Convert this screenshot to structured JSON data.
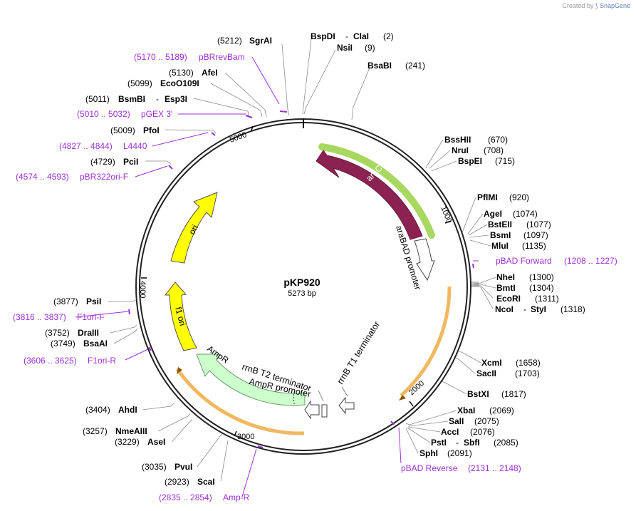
{
  "credit": {
    "prefix": "Created by",
    "icon": "snapgene-logo-icon",
    "brand": "SnapGene"
  },
  "plasmid": {
    "name": "pKP920",
    "size_label": "5273 bp",
    "length": 5273
  },
  "colors": {
    "arac": "#8b2252",
    "ori": "#ffff00",
    "ampr": "#ccffcc",
    "primer": "#9b30d9",
    "orange": "#f0b860",
    "green_glow": "#a8d860"
  },
  "ticks": [
    "1000",
    "2000",
    "3000",
    "4000",
    "5000"
  ],
  "enzymes": [
    {
      "label": "SgrAI",
      "pos": "(5212)"
    },
    {
      "label": "BspDI",
      "sep": "-",
      "label2": "ClaI",
      "pos": "(2)"
    },
    {
      "label": "NsiI",
      "pos": "(9)"
    },
    {
      "label": "BsaBI",
      "pos": "(241)"
    },
    {
      "label": "AfeI",
      "pos": "(5130)"
    },
    {
      "label": "EcoO109I",
      "pos": "(5099)"
    },
    {
      "label": "BsmBI",
      "sep": "-",
      "label2": "Esp3I",
      "pos": "(5011)"
    },
    {
      "label": "PfoI",
      "pos": "(5009)"
    },
    {
      "label": "PciI",
      "pos": "(4729)"
    },
    {
      "label": "BssHII",
      "pos": "(670)"
    },
    {
      "label": "NruI",
      "pos": "(708)"
    },
    {
      "label": "BspEI",
      "pos": "(715)"
    },
    {
      "label": "PflMI",
      "pos": "(920)"
    },
    {
      "label": "AgeI",
      "pos": "(1074)"
    },
    {
      "label": "BstEII",
      "pos": "(1077)"
    },
    {
      "label": "BsmI",
      "pos": "(1097)"
    },
    {
      "label": "MluI",
      "pos": "(1135)"
    },
    {
      "label": "NheI",
      "pos": "(1300)"
    },
    {
      "label": "BmtI",
      "pos": "(1304)"
    },
    {
      "label": "EcoRI",
      "pos": "(1311)"
    },
    {
      "label": "NcoI",
      "sep": "-",
      "label2": "StyI",
      "pos": "(1318)"
    },
    {
      "label": "XcmI",
      "pos": "(1658)"
    },
    {
      "label": "SacII",
      "pos": "(1703)"
    },
    {
      "label": "BstXI",
      "pos": "(1817)"
    },
    {
      "label": "XbaI",
      "pos": "(2069)"
    },
    {
      "label": "SalI",
      "pos": "(2075)"
    },
    {
      "label": "AccI",
      "pos": "(2076)"
    },
    {
      "label": "PstI",
      "sep": "-",
      "label2": "SbfI",
      "pos": "(2085)"
    },
    {
      "label": "SphI",
      "pos": "(2091)"
    },
    {
      "label": "PsiI",
      "pos": "(3877)"
    },
    {
      "label": "DraIII",
      "pos": "(3752)"
    },
    {
      "label": "BsaAI",
      "pos": "(3749)"
    },
    {
      "label": "AhdI",
      "pos": "(3404)"
    },
    {
      "label": "NmeAIII",
      "pos": "(3257)"
    },
    {
      "label": "AseI",
      "pos": "(3229)"
    },
    {
      "label": "PvuI",
      "pos": "(3035)"
    },
    {
      "label": "ScaI",
      "pos": "(2923)"
    }
  ],
  "primers": [
    {
      "range": "(5170 .. 5189)",
      "label": "pBRrevBam"
    },
    {
      "range": "(5010 .. 5032)",
      "label": "pGEX 3'"
    },
    {
      "range": "(4827 .. 4844)",
      "label": "L4440"
    },
    {
      "range": "(4574 .. 4593)",
      "label": "pBR322ori-F"
    },
    {
      "range": "(1208 .. 1227)",
      "label": "pBAD Forward"
    },
    {
      "range": "(3816 .. 3837)",
      "label": "F1ori-F"
    },
    {
      "range": "(3606 .. 3625)",
      "label": "F1ori-R"
    },
    {
      "range": "(2131 .. 2148)",
      "label": "pBAD Reverse"
    },
    {
      "range": "(2835 .. 2854)",
      "label": "Amp-R"
    }
  ],
  "features": {
    "arac": "araC",
    "arabad": "araBAD promoter",
    "ori": "ori",
    "f1ori": "f1 ori",
    "ampr": "AmpR",
    "ampr_promoter": "AmpR promoter",
    "rrnb_t2": "rrnB T2 terminator",
    "rrnb_t1": "rrnB T1 terminator"
  }
}
